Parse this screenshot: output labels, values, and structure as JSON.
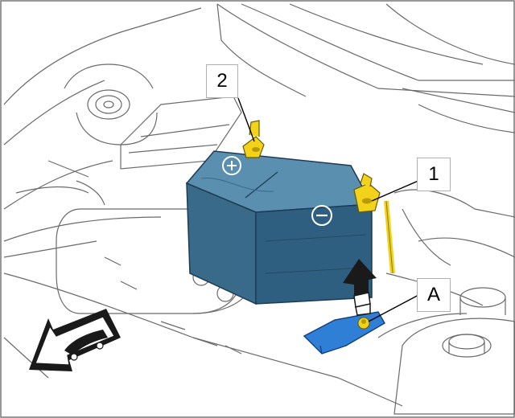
{
  "callouts": {
    "label_1": "1",
    "label_2": "2",
    "label_a": "A"
  },
  "symbols": {
    "positive": "plus-terminal-icon",
    "negative": "minus-terminal-icon",
    "direction": "vehicle-forward-arrow-icon"
  },
  "colors": {
    "battery": "#3d6f8f",
    "battery_top": "#5a8fb0",
    "terminal": "#f2d21b",
    "bracket": "#2f7fd6",
    "linework": "#5a5a5a"
  }
}
